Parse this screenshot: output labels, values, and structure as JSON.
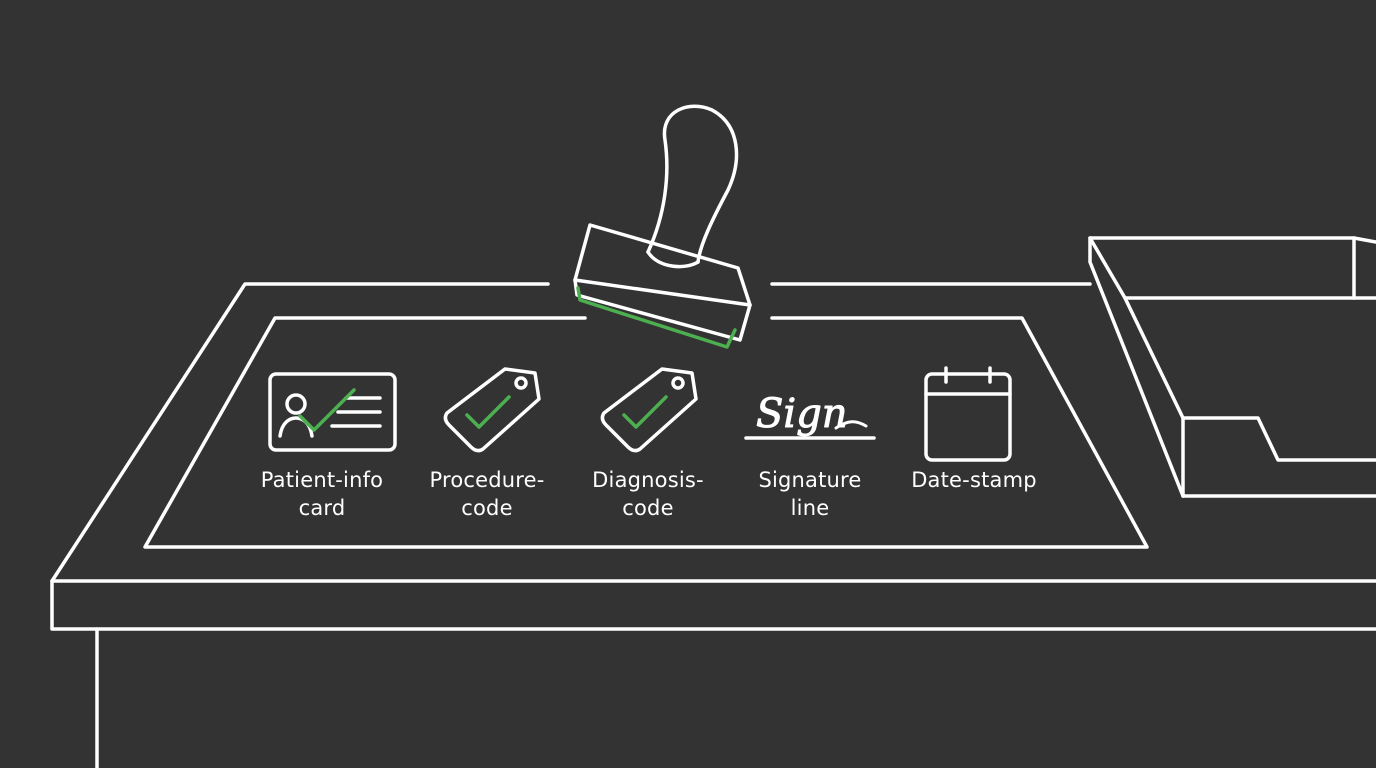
{
  "colors": {
    "background": "#333333",
    "line": "#ffffff",
    "accent": "#4caf50"
  },
  "icons": {
    "stamp": "rubber-stamp-icon",
    "tray": "inbox-tray-icon",
    "patient": "id-card-check-icon",
    "procedure": "tag-check-icon",
    "diagnosis": "tag-check-icon",
    "signature": "signature-icon",
    "date": "calendar-icon"
  },
  "signature_glyph": "Sign",
  "items": [
    {
      "line1": "Patient-info",
      "line2": "card"
    },
    {
      "line1": "Procedure-",
      "line2": "code"
    },
    {
      "line1": "Diagnosis-",
      "line2": "code"
    },
    {
      "line1": "Signature",
      "line2": "line"
    },
    {
      "line1": "Date-stamp",
      "line2": ""
    }
  ]
}
